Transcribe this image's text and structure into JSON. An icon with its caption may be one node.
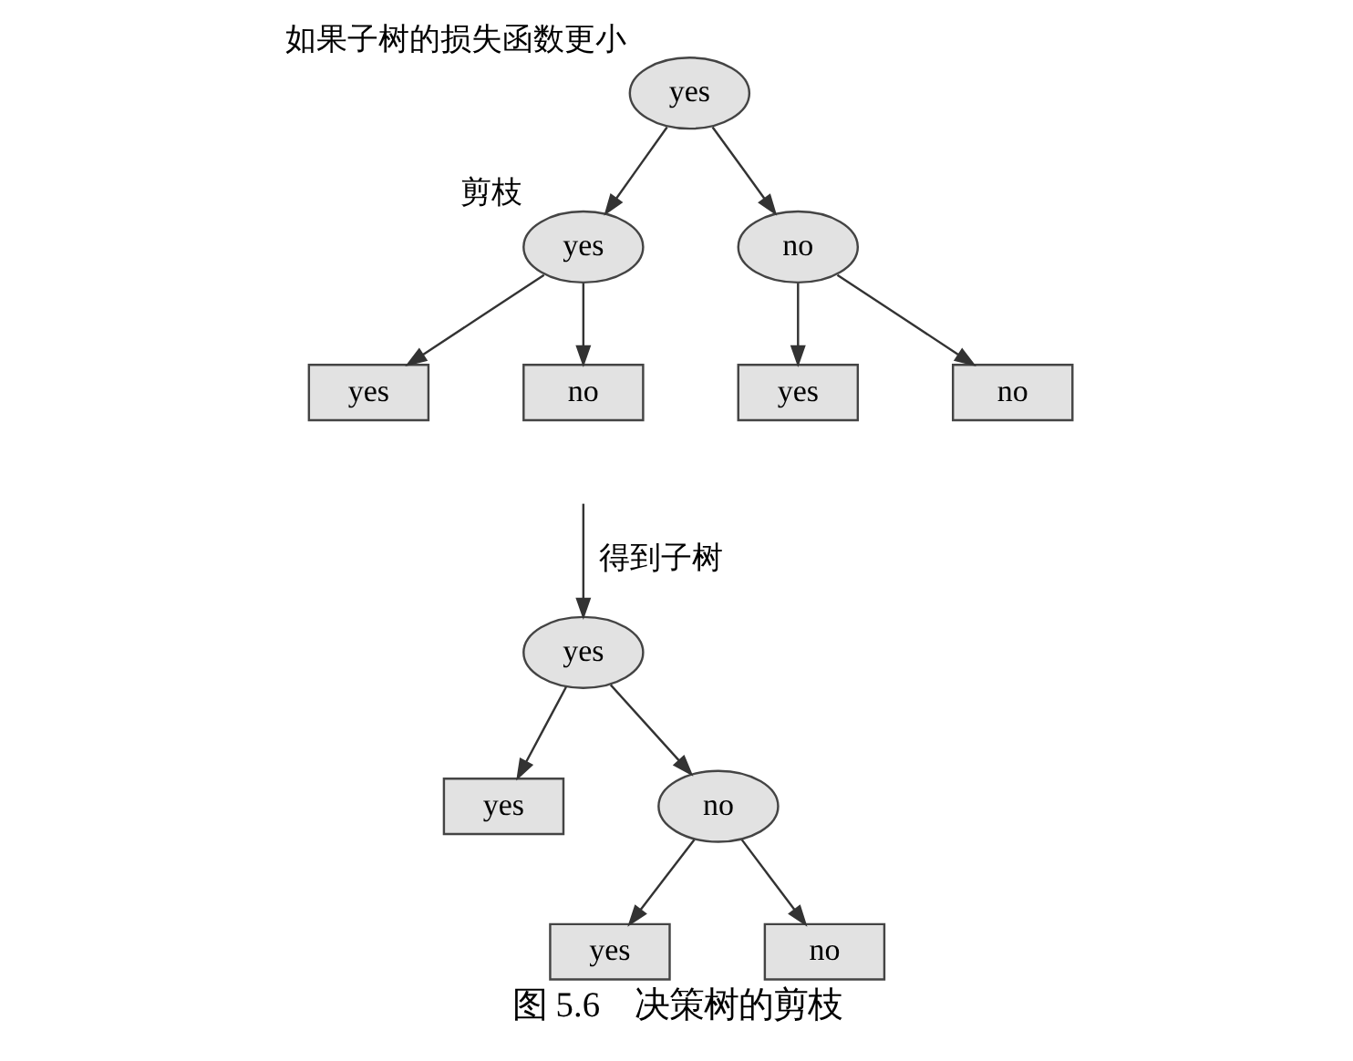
{
  "diagram": {
    "caption": "图 5.6　决策树的剪枝",
    "nodes": [
      {
        "text": [
          "yes"
        ],
        "beside": [
          "如果子树的损失函数更小"
        ]
      },
      {
        "text": [
          "yes"
        ],
        "beside": [
          "剪枝"
        ]
      },
      {
        "text": [
          "no"
        ]
      },
      {
        "text": [
          "yes"
        ]
      },
      {
        "text": [
          "no"
        ]
      },
      {
        "text": [
          "yes"
        ]
      },
      {
        "text": [
          "no"
        ]
      },
      {
        "text": [
          "yes"
        ]
      },
      {
        "text": [
          "yes"
        ]
      },
      {
        "text": [
          "no"
        ]
      },
      {
        "text": [
          "yes"
        ]
      },
      {
        "text": [
          "no"
        ]
      }
    ],
    "edges": [
      {
        "from": 0,
        "to": 1,
        "arrow": "to"
      },
      {
        "from": 0,
        "to": 2,
        "arrow": "to"
      },
      {
        "from": 1,
        "to": 3,
        "arrow": "to"
      },
      {
        "from": 1,
        "to": 4,
        "arrow": "to"
      },
      {
        "from": 2,
        "to": 5,
        "arrow": "to"
      },
      {
        "from": 2,
        "to": 6,
        "arrow": "to"
      },
      {
        "from": null,
        "to": 7,
        "arrow": "to",
        "label": "得到子树"
      },
      {
        "from": 7,
        "to": 8,
        "arrow": "to"
      },
      {
        "from": 7,
        "to": 9,
        "arrow": "to"
      },
      {
        "from": 9,
        "to": 10,
        "arrow": "to"
      },
      {
        "from": 9,
        "to": 11,
        "arrow": "to"
      }
    ]
  }
}
